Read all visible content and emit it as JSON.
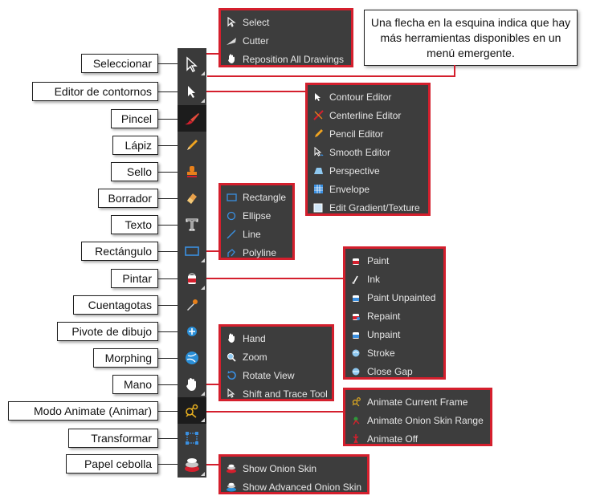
{
  "callout": {
    "text": "Una flecha en la esquina indica que hay más herramientas disponibles en un menú emergente."
  },
  "labels": {
    "seleccionar": "Seleccionar",
    "editor_contornos": "Editor de contornos",
    "pincel": "Pincel",
    "lapiz": "Lápiz",
    "sello": "Sello",
    "borrador": "Borrador",
    "texto": "Texto",
    "rectangulo": "Rectángulo",
    "pintar": "Pintar",
    "cuentagotas": "Cuentagotas",
    "pivote": "Pivote de dibujo",
    "morphing": "Morphing",
    "mano": "Mano",
    "animate": "Modo Animate (Animar)",
    "transformar": "Transformar",
    "papel_cebolla": "Papel cebolla"
  },
  "menus": {
    "select": [
      "Select",
      "Cutter",
      "Reposition All Drawings"
    ],
    "contour": [
      "Contour Editor",
      "Centerline Editor",
      "Pencil Editor",
      "Smooth Editor",
      "Perspective",
      "Envelope",
      "Edit Gradient/Texture"
    ],
    "shapes": [
      "Rectangle",
      "Ellipse",
      "Line",
      "Polyline"
    ],
    "paint": [
      "Paint",
      "Ink",
      "Paint Unpainted",
      "Repaint",
      "Unpaint",
      "Stroke",
      "Close Gap"
    ],
    "hand": [
      "Hand",
      "Zoom",
      "Rotate View",
      "Shift and Trace Tool"
    ],
    "animate": [
      "Animate Current Frame",
      "Animate Onion Skin Range",
      "Animate Off"
    ],
    "onion": [
      "Show Onion Skin",
      "Show Advanced Onion Skin"
    ]
  },
  "colors": {
    "highlight": "#d41f2d",
    "toolbar": "#3a3a3a",
    "menu": "#3d3d3d"
  }
}
